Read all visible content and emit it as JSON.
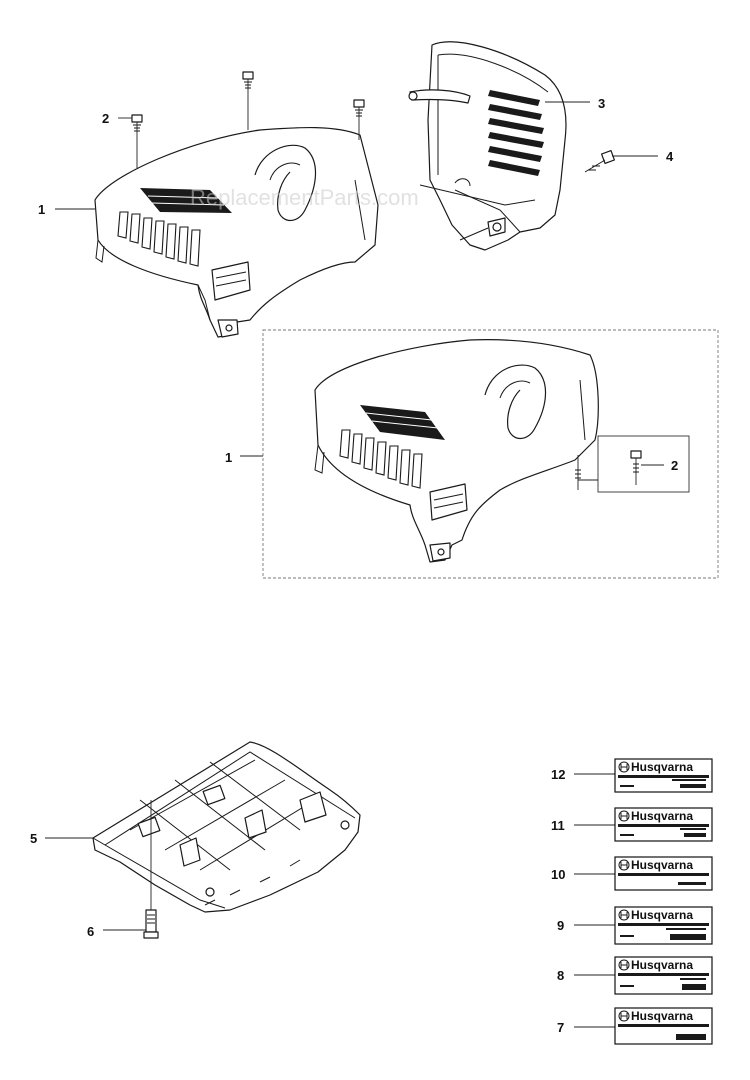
{
  "watermark": "ReplacementParts.com",
  "callouts": {
    "c1_top": "1",
    "c2_top": "2",
    "c3": "3",
    "c4": "4",
    "c1_kit": "1",
    "c2_kit": "2",
    "c5": "5",
    "c6": "6",
    "c12": "12",
    "c11": "11",
    "c10": "10",
    "c9": "9",
    "c8": "8",
    "c7": "7"
  },
  "decals": {
    "brand": "Husqvarna"
  }
}
